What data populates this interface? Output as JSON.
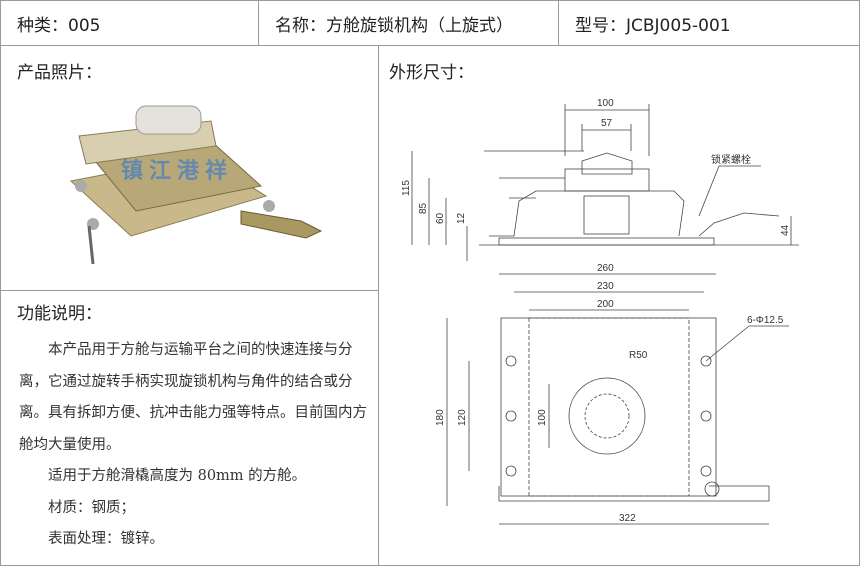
{
  "header": {
    "category": "种类：005",
    "name": "名称：方舱旋锁机构（上旋式）",
    "model": "型号：JCBJ005-001"
  },
  "photo_section": {
    "title": "产品照片：",
    "watermark": "镇江港祥"
  },
  "function_section": {
    "title": "功能说明：",
    "paragraphs": [
      "本产品用于方舱与运输平台之间的快速连接与分离，它通过旋转手柄实现旋锁机构与角件的结合或分离。具有拆卸方便、抗冲击能力强等特点。目前国内方舱均大量使用。",
      "适用于方舱滑橇高度为 80mm 的方舱。",
      "材质：钢质；",
      "表面处理：镀锌。"
    ]
  },
  "drawing_section": {
    "title": "外形尺寸：",
    "side_view": {
      "dims": [
        "100",
        "57",
        "115",
        "85",
        "60",
        "12",
        "44"
      ],
      "callout": "锁紧螺栓"
    },
    "top_view": {
      "dims": [
        "260",
        "230",
        "200",
        "180",
        "120",
        "100",
        "322"
      ],
      "hole_note": "6-Φ12.5",
      "radius": "R50"
    }
  }
}
